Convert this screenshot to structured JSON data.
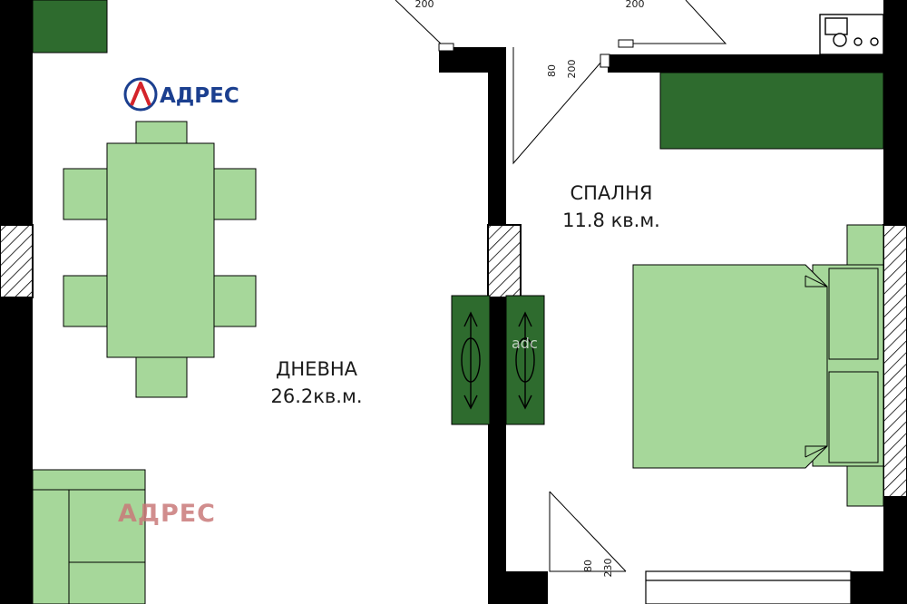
{
  "logo": {
    "text": "АДРЕС",
    "glyph": "A"
  },
  "watermark": {
    "text": "АДРЕС",
    "small_text": "adc"
  },
  "rooms": {
    "living": {
      "name": "ДНЕВНА",
      "area": "26.2кв.м."
    },
    "bedroom": {
      "name": "СПАЛНЯ",
      "area": "11.8 кв.м."
    }
  },
  "dimensions": {
    "top_left": "200",
    "top_right": "200",
    "bedroom_door_width": "80",
    "bedroom_door_height": "200",
    "bottom_door_width": "80",
    "bottom_door_height": "230"
  },
  "colors": {
    "wall": "#000000",
    "furniture_light": "#a6d79a",
    "furniture_dark": "#2e6b2e",
    "logo_blue": "#1b3f8f",
    "logo_red": "#d4232a",
    "watermark": "#c97a7a"
  }
}
